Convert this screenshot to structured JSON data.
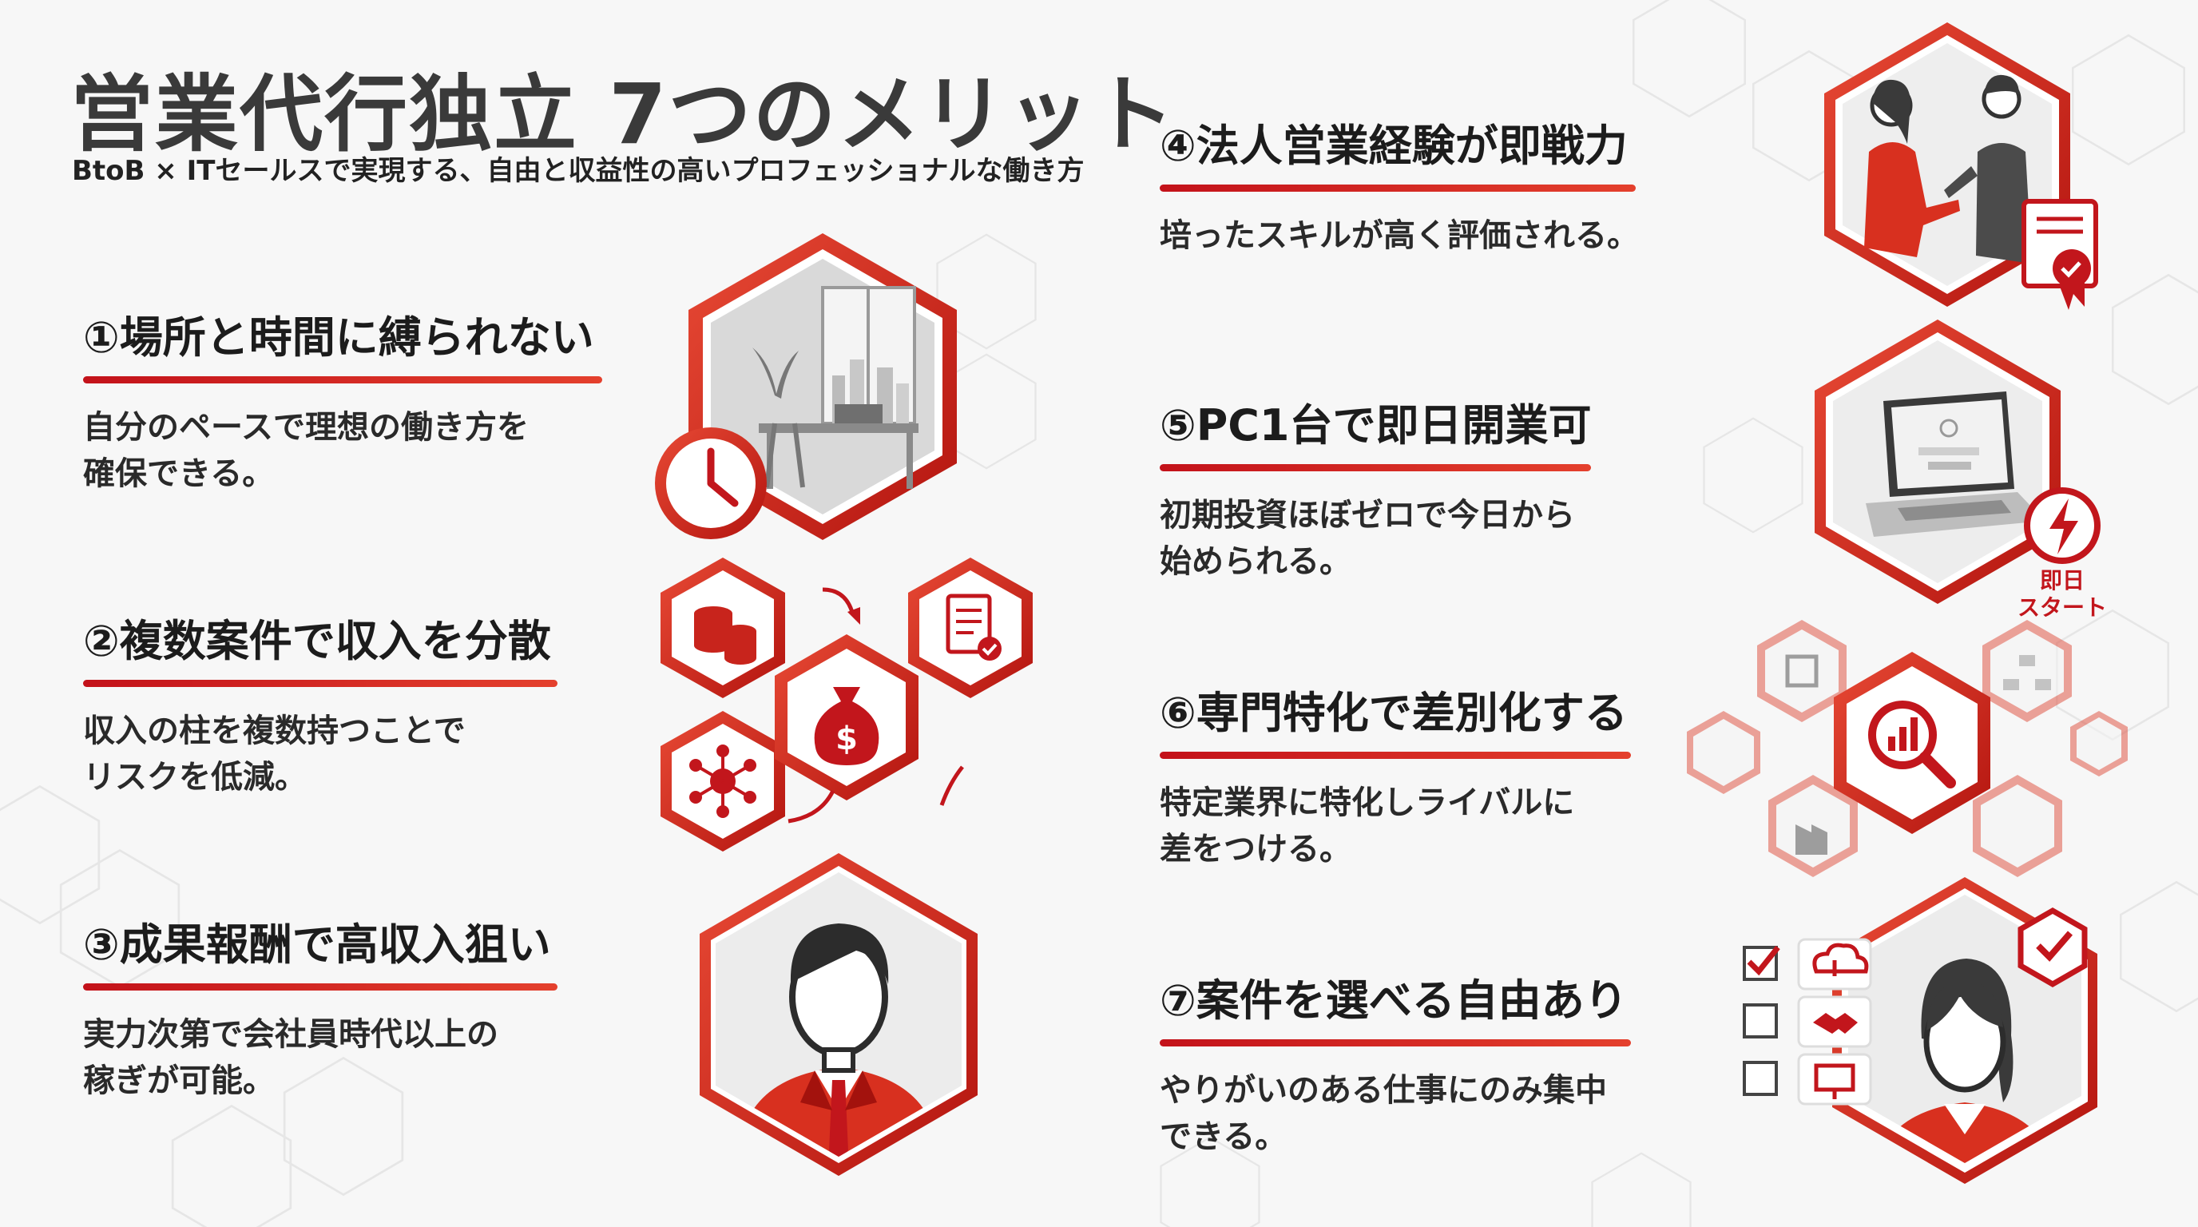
{
  "header": {
    "title": "営業代行独立 7つのメリット",
    "subtitle": "BtoB × ITセールスで実現する、自由と収益性の高いプロフェッショナルな働き方"
  },
  "colors": {
    "accent": "#d42a1e",
    "accent_dark": "#b3140f",
    "text": "#222222",
    "background": "#f7f7f7"
  },
  "items": [
    {
      "title": "①場所と時間に縛られない",
      "desc": [
        "自分のペースで理想の働き方を",
        "確保できる。"
      ],
      "icon": "office-clock-icon"
    },
    {
      "title": "②複数案件で収入を分散",
      "desc": [
        "収入の柱を複数持つことで",
        "リスクを低減。"
      ],
      "icon": "money-bag-icon"
    },
    {
      "title": "③成果報酬で高収入狙い",
      "desc": [
        "実力次第で会社員時代以上の",
        "稼ぎが可能。"
      ],
      "icon": "businessman-icon"
    },
    {
      "title": "④法人営業経験が即戦力",
      "desc": [
        "培ったスキルが高く評価される。"
      ],
      "icon": "handshake-icon"
    },
    {
      "title": "⑤PC1台で即日開業可",
      "desc": [
        "初期投資ほぼゼロで今日から",
        "始められる。"
      ],
      "icon": "laptop-icon"
    },
    {
      "title": "⑥専門特化で差別化する",
      "desc": [
        "特定業界に特化しライバルに",
        "差をつける。"
      ],
      "icon": "magnifier-chart-icon"
    },
    {
      "title": "⑦案件を選べる自由あり",
      "desc": [
        "やりがいのある仕事にのみ集中",
        "できる。"
      ],
      "icon": "businesswoman-icon"
    }
  ],
  "badges": {
    "start_label_1": "即日",
    "start_label_2": "スタート"
  }
}
